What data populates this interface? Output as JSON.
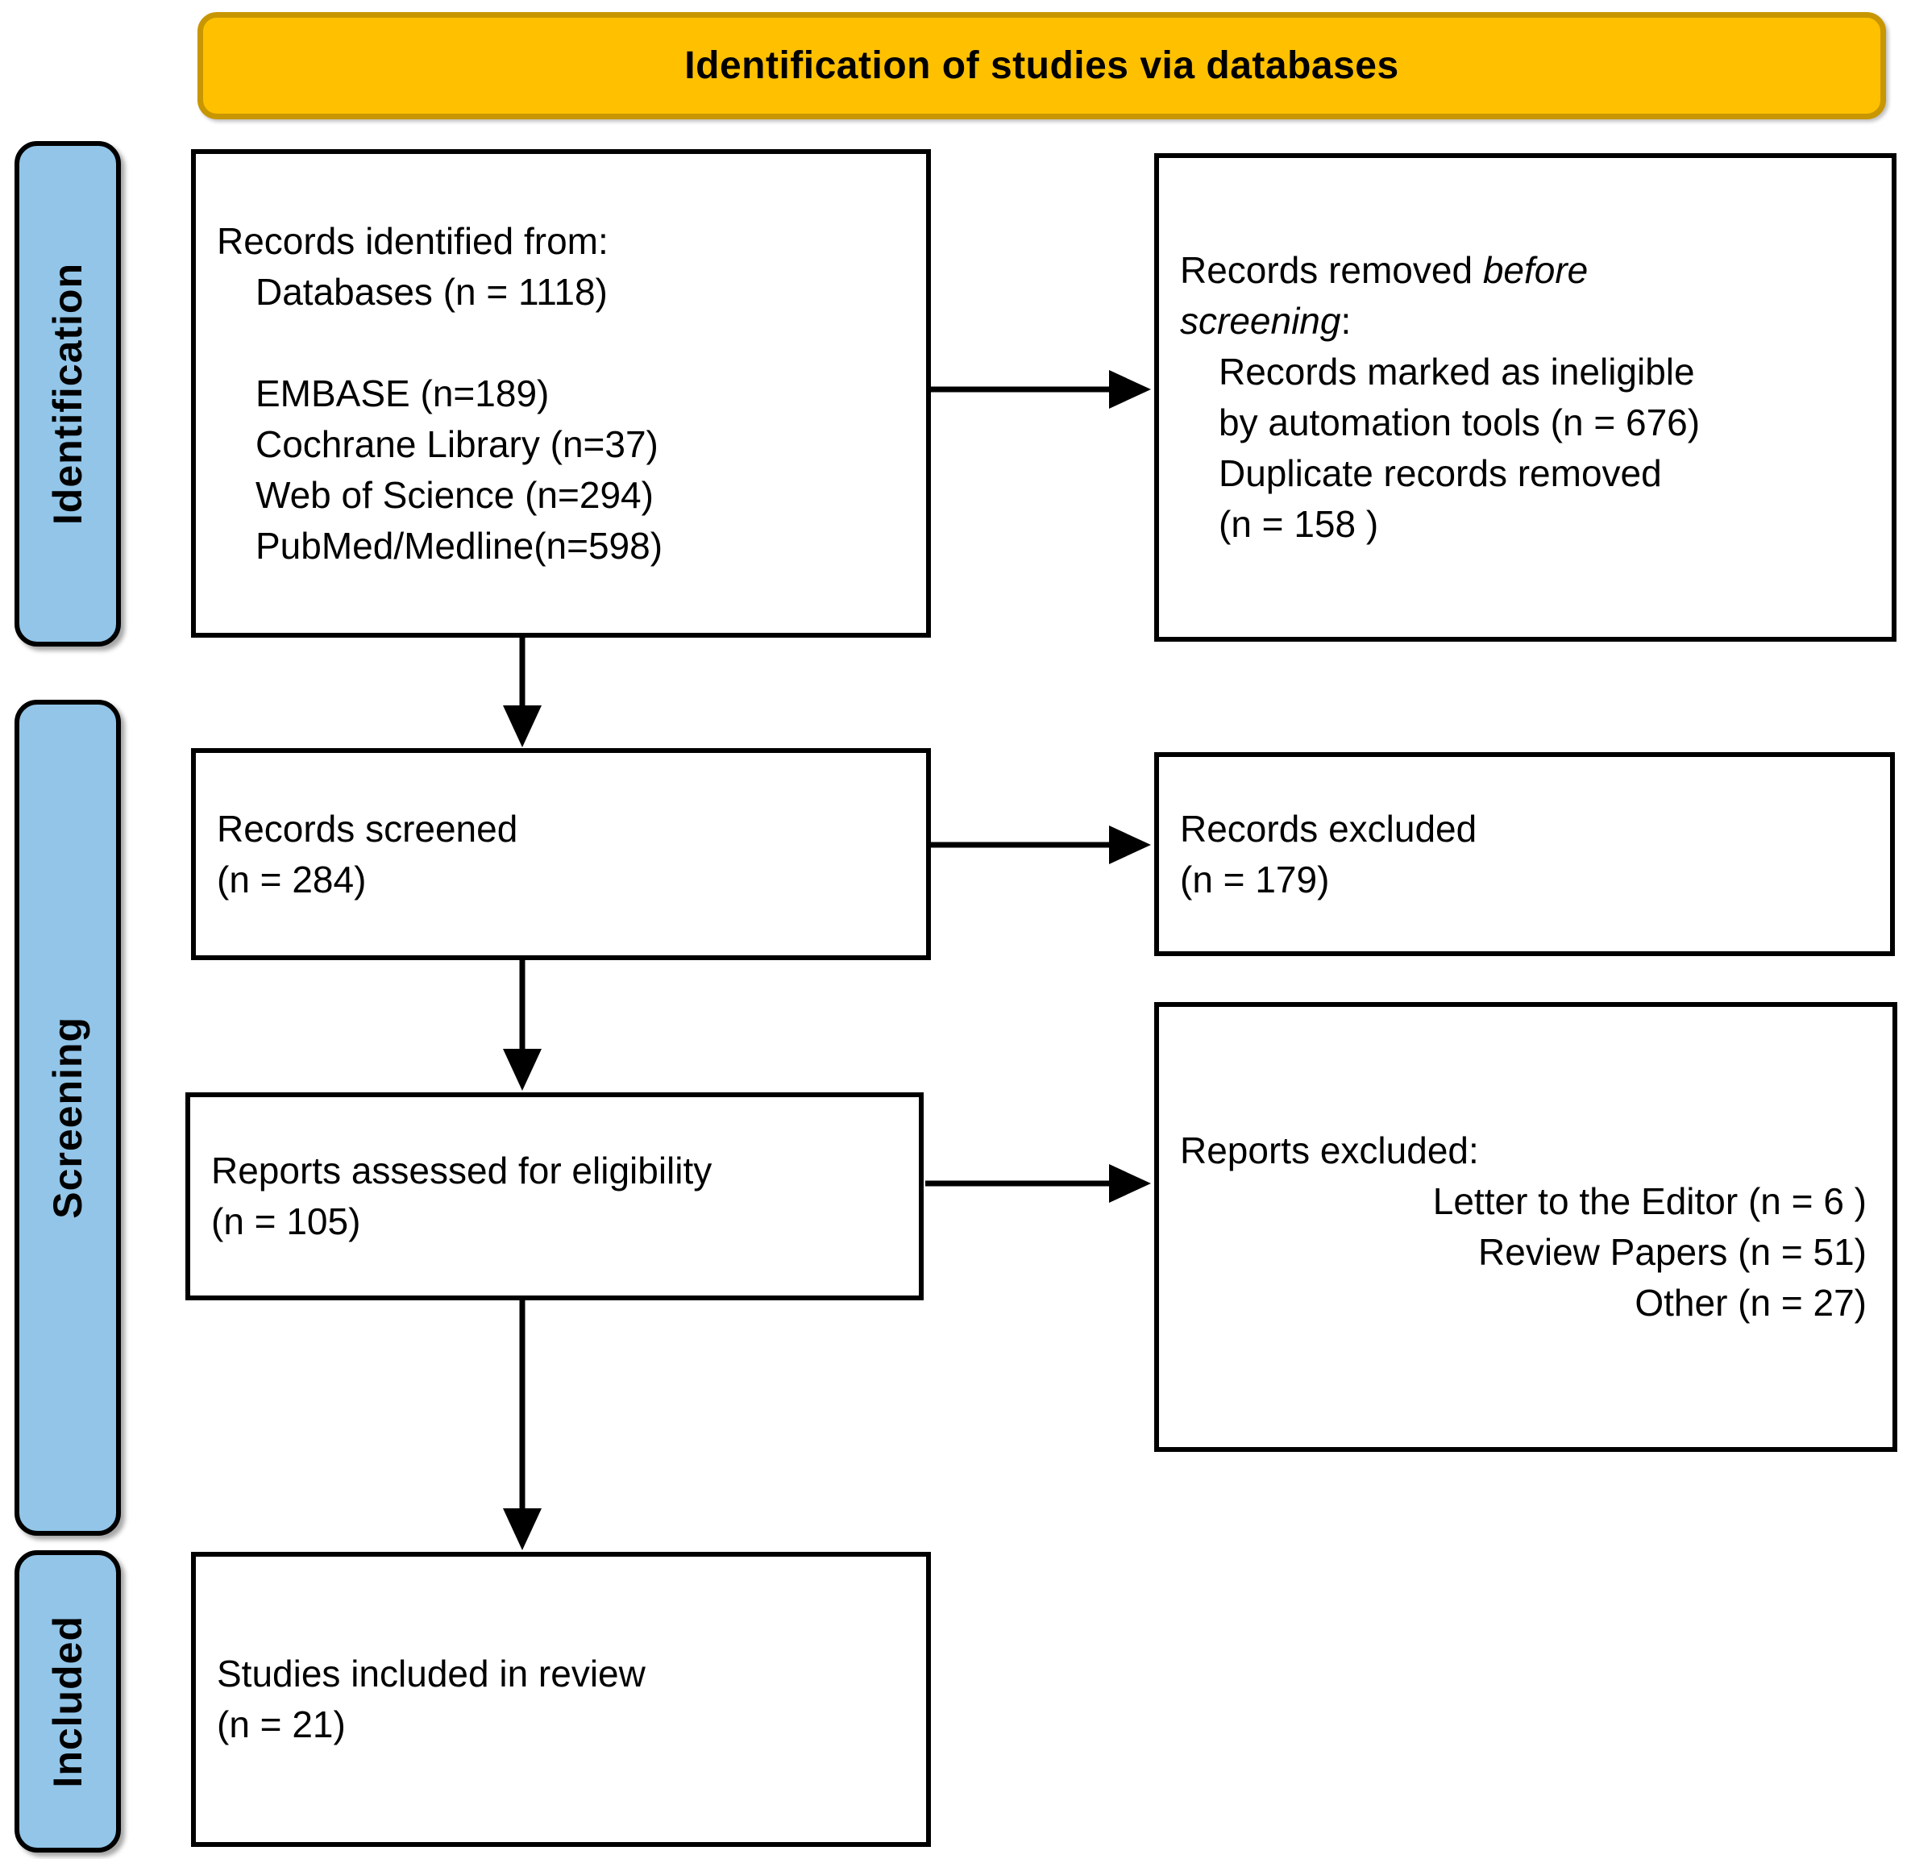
{
  "header": {
    "title": "Identification of studies via databases"
  },
  "sidebar": {
    "identification": {
      "label": "Identification"
    },
    "screening": {
      "label": "Screening"
    },
    "included": {
      "label": "Included"
    }
  },
  "boxes": {
    "records_identified": {
      "lines": [
        {
          "segments": [
            {
              "t": "Records identified from:"
            }
          ]
        },
        {
          "indent": true,
          "segments": [
            {
              "t": "Databases (n = 1118)"
            }
          ]
        },
        {
          "segments": [
            {
              "t": " "
            }
          ]
        },
        {
          "indent": true,
          "segments": [
            {
              "t": "EMBASE (n=189)"
            }
          ]
        },
        {
          "indent": true,
          "segments": [
            {
              "t": "Cochrane Library (n=37)"
            }
          ]
        },
        {
          "indent": true,
          "segments": [
            {
              "t": "Web of Science (n=294)"
            }
          ]
        },
        {
          "indent": true,
          "segments": [
            {
              "t": "PubMed/Medline(n=598)"
            }
          ]
        }
      ]
    },
    "records_removed": {
      "lines": [
        {
          "segments": [
            {
              "t": "Records removed "
            },
            {
              "t": "before",
              "italic": true
            }
          ]
        },
        {
          "segments": [
            {
              "t": "screening",
              "italic": true
            },
            {
              "t": ":"
            }
          ]
        },
        {
          "indent": true,
          "segments": [
            {
              "t": "Records marked as ineligible"
            }
          ]
        },
        {
          "indent": true,
          "segments": [
            {
              "t": "by automation tools (n = 676)"
            }
          ]
        },
        {
          "indent": true,
          "segments": [
            {
              "t": "Duplicate records removed"
            }
          ]
        },
        {
          "indent": true,
          "segments": [
            {
              "t": "(n = 158 )"
            }
          ]
        }
      ]
    },
    "records_screened": {
      "lines": [
        {
          "segments": [
            {
              "t": "Records screened"
            }
          ]
        },
        {
          "segments": [
            {
              "t": "(n = 284)"
            }
          ]
        }
      ]
    },
    "records_excluded": {
      "lines": [
        {
          "segments": [
            {
              "t": "Records excluded"
            }
          ]
        },
        {
          "segments": [
            {
              "t": "(n = 179)"
            }
          ]
        }
      ]
    },
    "reports_assessed": {
      "lines": [
        {
          "segments": [
            {
              "t": "Reports assessed for eligibility"
            }
          ]
        },
        {
          "segments": [
            {
              "t": "(n = 105)"
            }
          ]
        }
      ]
    },
    "reports_excluded": {
      "lines": [
        {
          "segments": [
            {
              "t": "Reports excluded:"
            }
          ]
        },
        {
          "align": "right",
          "segments": [
            {
              "t": "Letter to the Editor (n = 6 )"
            }
          ]
        },
        {
          "align": "right",
          "segments": [
            {
              "t": "Review Papers (n = 51)"
            }
          ]
        },
        {
          "align": "right",
          "segments": [
            {
              "t": "Other (n = 27)"
            }
          ]
        }
      ]
    },
    "studies_included": {
      "lines": [
        {
          "segments": [
            {
              "t": "Studies included in review"
            }
          ]
        },
        {
          "segments": [
            {
              "t": "(n = 21)"
            }
          ]
        }
      ]
    }
  },
  "colors": {
    "banner_fill": "#FFC000",
    "banner_border": "#C89600",
    "tab_fill": "#92C5E8",
    "box_border": "#000000",
    "text": "#000000",
    "background": "#FFFFFF"
  }
}
